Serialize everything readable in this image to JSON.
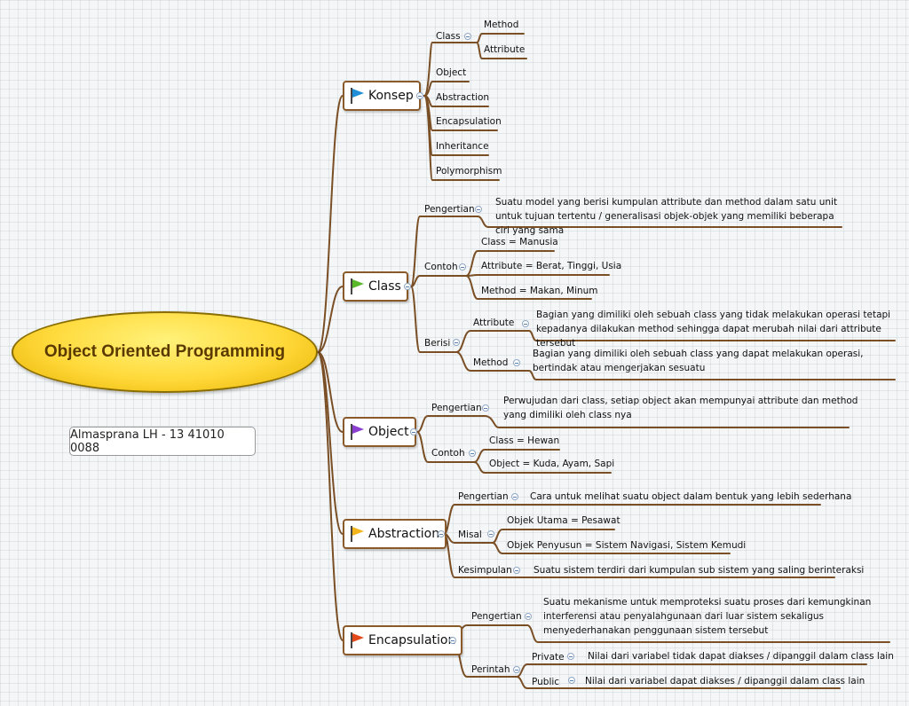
{
  "central": {
    "title": "Object Oriented Programming"
  },
  "author": "Almasprana LH - 13 41010 0088",
  "konsep": {
    "label": "Konsep",
    "class_label": "Class",
    "method": "Method",
    "attribute": "Attribute",
    "object": "Object",
    "abstraction": "Abstraction",
    "encapsulation": "Encapsulation",
    "inheritance": "Inheritance",
    "polymorphism": "Polymorphism"
  },
  "class": {
    "label": "Class",
    "pengertian_label": "Pengertian",
    "pengertian_text": "Suatu model yang berisi kumpulan attribute dan method dalam satu unit untuk tujuan tertentu / generalisasi objek-objek yang memiliki beberapa ciri yang sama",
    "contoh_label": "Contoh",
    "contoh_1": "Class = Manusia",
    "contoh_2": "Attribute = Berat, Tinggi, Usia",
    "contoh_3": "Method = Makan, Minum",
    "berisi_label": "Berisi",
    "attribute_label": "Attribute",
    "attribute_text": "Bagian yang dimiliki oleh sebuah class yang tidak melakukan operasi tetapi kepadanya dilakukan method sehingga dapat merubah nilai dari attribute tersebut",
    "method_label": "Method",
    "method_text": "Bagian yang dimiliki oleh sebuah class yang dapat melakukan operasi, bertindak atau mengerjakan sesuatu"
  },
  "object": {
    "label": "Object",
    "pengertian_label": "Pengertian",
    "pengertian_text": "Perwujudan dari class, setiap object akan mempunyai attribute dan method yang dimiliki oleh class nya",
    "contoh_label": "Contoh",
    "contoh_1": "Class = Hewan",
    "contoh_2": "Object = Kuda, Ayam, Sapi"
  },
  "abstraction": {
    "label": "Abstraction",
    "pengertian_label": "Pengertian",
    "pengertian_text": "Cara untuk melihat suatu object dalam bentuk yang lebih sederhana",
    "misal_label": "Misal",
    "misal_1": "Objek Utama = Pesawat",
    "misal_2": "Objek Penyusun = Sistem Navigasi, Sistem Kemudi",
    "kesimpulan_label": "Kesimpulan",
    "kesimpulan_text": "Suatu sistem terdiri dari kumpulan sub sistem yang saling berinteraksi"
  },
  "encapsulation": {
    "label": "Encapsulation",
    "pengertian_label": "Pengertian",
    "pengertian_text": "Suatu mekanisme untuk memproteksi suatu proses dari kemungkinan interferensi atau penyalahgunaan dari luar sistem sekaligus menyederhanakan penggunaan sistem tersebut",
    "perintah_label": "Perintah",
    "private_label": "Private",
    "private_text": "Nilai dari variabel tidak dapat diakses / dipanggil dalam class lain",
    "public_label": "Public",
    "public_text": "Nilai dari variabel dapat diakses / dipanggil dalam class lain"
  },
  "colors": {
    "line": "#7a4f26",
    "flag_konsep": "#1e8fd6",
    "flag_class": "#5ab82a",
    "flag_object": "#8a3fd0",
    "flag_abstraction": "#f3b51e",
    "flag_encapsulation": "#e24a1a"
  }
}
